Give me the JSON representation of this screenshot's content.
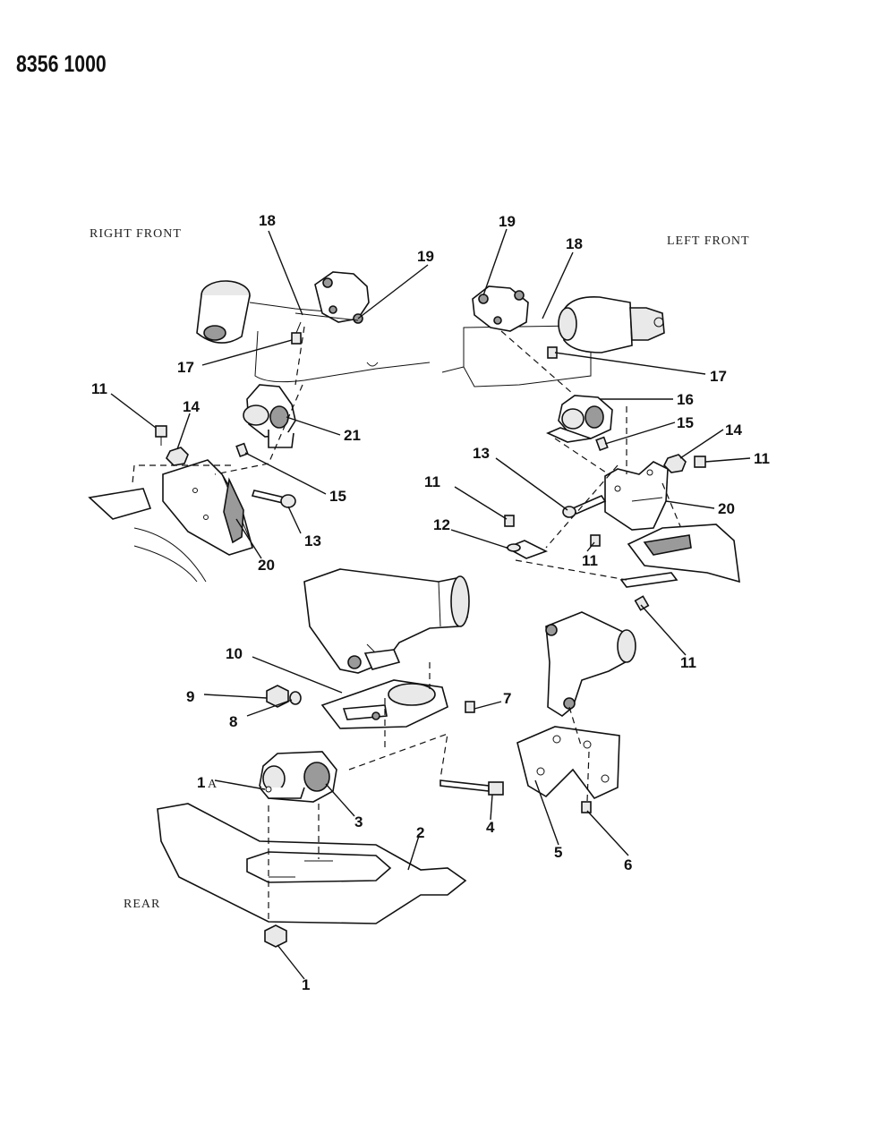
{
  "document": {
    "number": "8356 1000"
  },
  "regions": {
    "right_front": "RIGHT FRONT",
    "left_front": "LEFT FRONT",
    "rear": "REAR"
  },
  "callouts": {
    "c18a": "18",
    "c19a": "19",
    "c17a": "17",
    "c11a": "11",
    "c14a": "14",
    "c21": "21",
    "c15a": "15",
    "c13a": "13",
    "c20a": "20",
    "c19b": "19",
    "c18b": "18",
    "c17b": "17",
    "c16": "16",
    "c15b": "15",
    "c14b": "14",
    "c11b": "11",
    "c13b": "13",
    "c11c": "11",
    "c20b": "20",
    "c12": "12",
    "c11d": "11",
    "c11e": "11",
    "c10": "10",
    "c9": "9",
    "c8": "8",
    "c7": "7",
    "c1a": "1",
    "c1a_suffix": "A",
    "c3": "3",
    "c4": "4",
    "c2": "2",
    "c5": "5",
    "c6": "6",
    "c1": "1"
  }
}
